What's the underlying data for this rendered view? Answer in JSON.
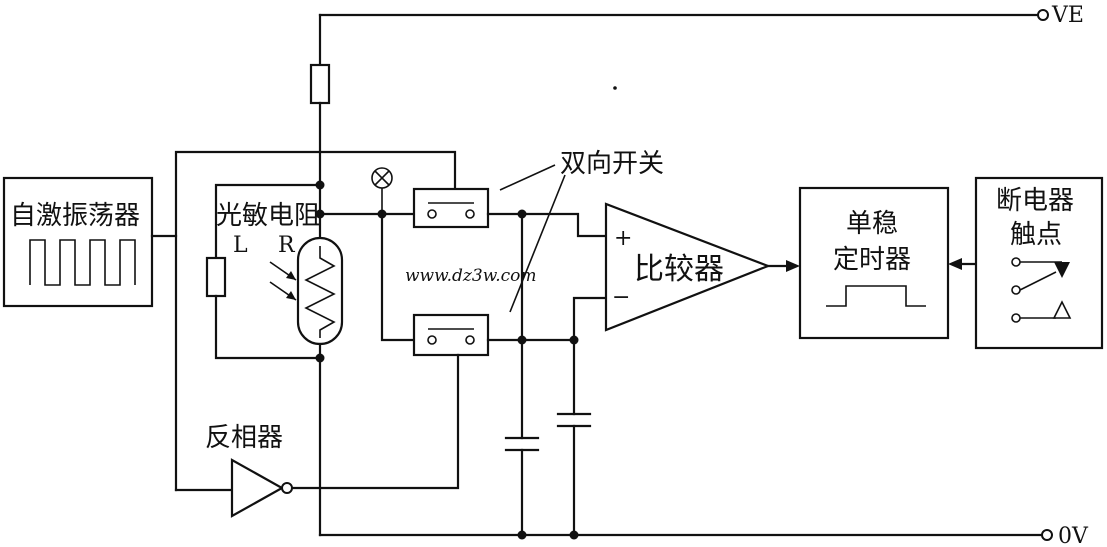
{
  "labels": {
    "oscillator": "自激振荡器",
    "photoresistor": "光敏电阻",
    "l": "L",
    "r": "R",
    "bidirectional_switch": "双向开关",
    "comparator": "比较器",
    "plus": "+",
    "minus": "−",
    "monostable_line1": "单稳",
    "monostable_line2": "定时器",
    "breaker_line1": "断电器",
    "breaker_line2": "触点",
    "inverter": "反相器",
    "ve": "VE",
    "zero_v": "0V",
    "watermark": "www.dz3w.com"
  },
  "icons": {
    "lamp": "lamp-cross-icon",
    "oscillator_wave": "square-wave-icon",
    "pulse": "single-pulse-icon",
    "relay_contacts": "relay-contact-icon"
  },
  "colors": {
    "line": "#111111",
    "background": "#ffffff"
  }
}
